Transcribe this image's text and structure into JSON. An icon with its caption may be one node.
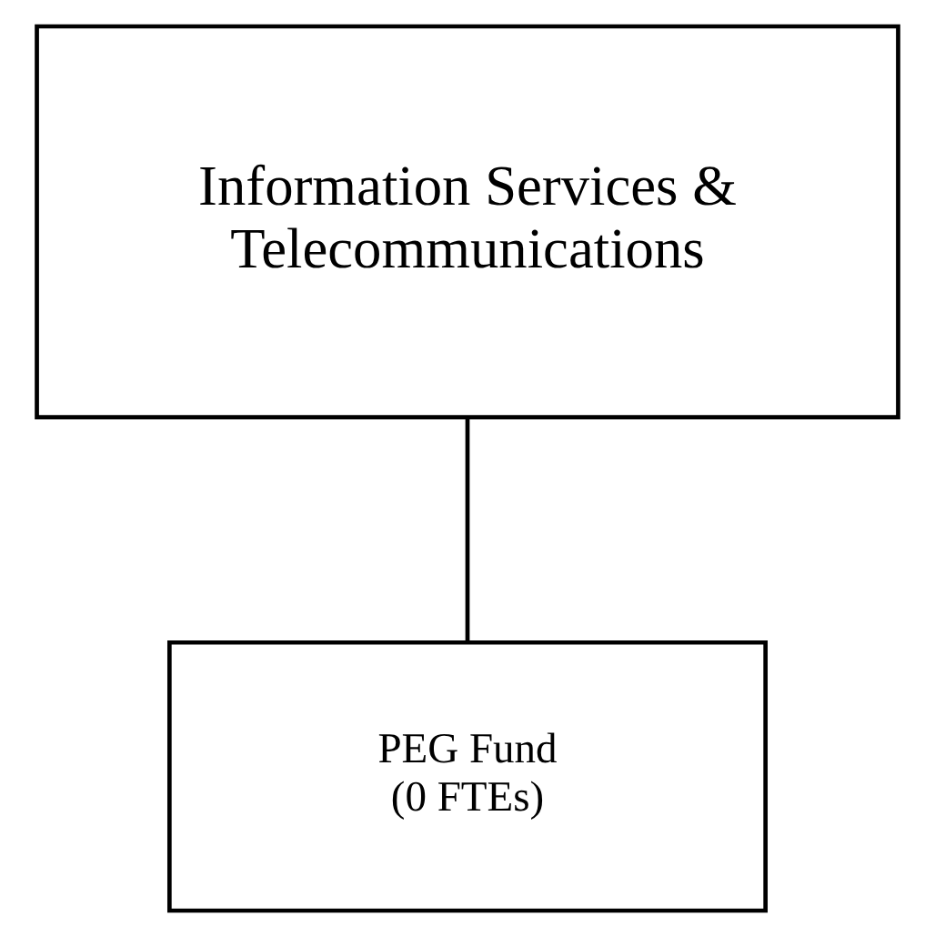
{
  "diagram": {
    "nodes": [
      {
        "text": [
          "Information Services & Telecommunications"
        ]
      },
      {
        "text": [
          "PEG Fund (0 FTEs)"
        ]
      }
    ],
    "edges": [
      {
        "from": 0,
        "to": 1,
        "arrow": "none"
      }
    ]
  }
}
